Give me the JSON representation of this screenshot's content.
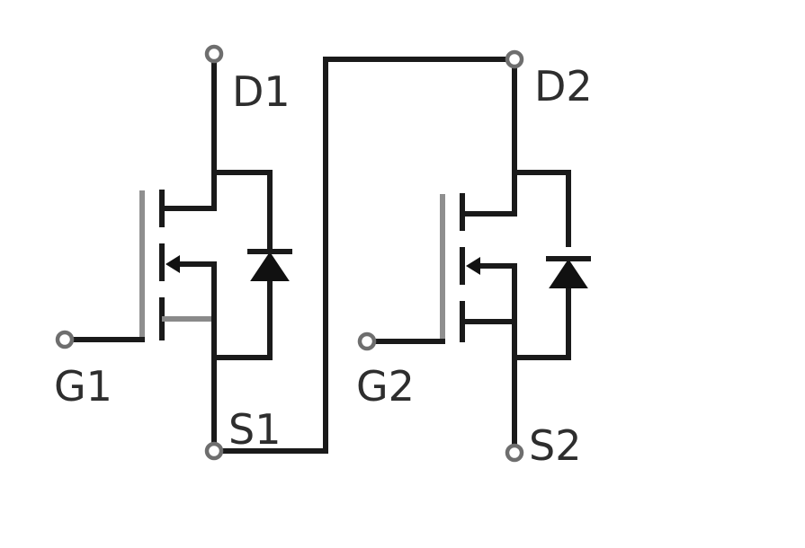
{
  "pins": {
    "d1": "D1",
    "g1": "G1",
    "s1": "S1",
    "d2": "D2",
    "g2": "G2",
    "s2": "S2"
  },
  "colors": {
    "wire": "#1a1a1a",
    "gate_bar": "#8f8f8f",
    "terminal_stroke": "#6e6e6e",
    "background": "#ffffff"
  }
}
